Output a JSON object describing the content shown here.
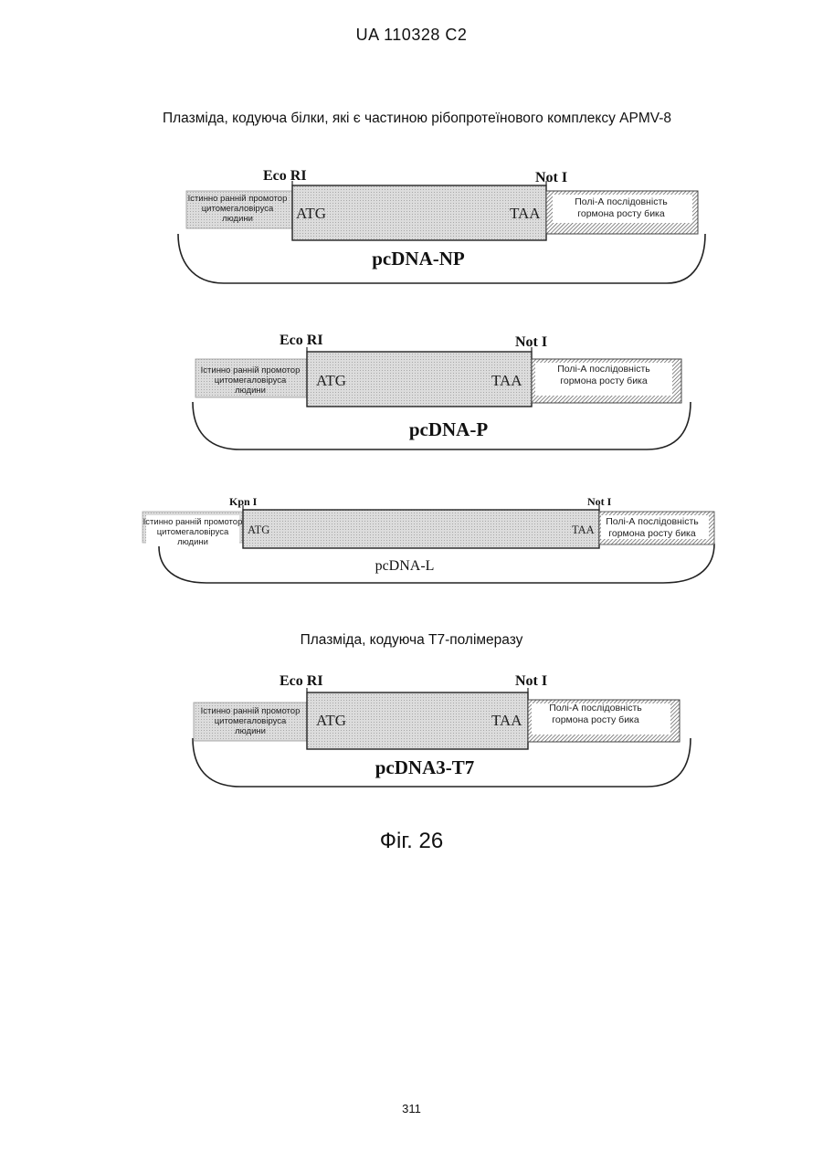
{
  "header": "UA   110328   C2",
  "section1_title": "Плазміда, кодуюча білки, які є частиною рібопротеїнового комплексу APMV-8",
  "section2_title": "Плазміда, кодуюча Т7-полімеразу",
  "figure_caption": "Фіг. 26",
  "page_number": "311",
  "promoter_line1": "Істинно ранній промотор",
  "promoter_line2": "цитомегаловіруса",
  "promoter_line3": "людини",
  "polya_line1": "Полі-А послідовність",
  "polya_line2": "гормона росту бика",
  "start_codon": "ATG",
  "stop_codon": "TAA",
  "plasmids": [
    {
      "name": "pcDNA-NP",
      "left_site": "Eco RI",
      "right_site": "Not I"
    },
    {
      "name": "pcDNA-P",
      "left_site": "Eco RI",
      "right_site": "Not I"
    },
    {
      "name": "pcDNA-L",
      "left_site": "Kpn I",
      "right_site": "Not I"
    },
    {
      "name": "pcDNA3-T7",
      "left_site": "Eco RI",
      "right_site": "Not I"
    }
  ],
  "colors": {
    "promoter_fill": "#e4e4e4",
    "orf_fill": "#d6d6d6",
    "polya_hatch": "#555555",
    "outline": "#222222"
  }
}
